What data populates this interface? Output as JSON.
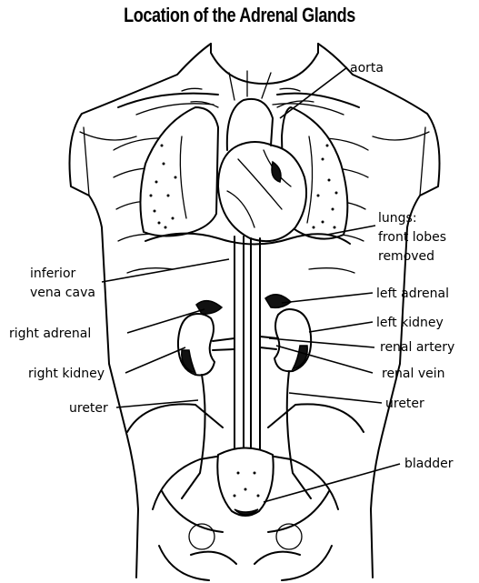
{
  "title": "Location of the Adrenal Glands",
  "labels": {
    "aorta": "aorta",
    "lungs_1": "lungs:",
    "lungs_2": "front lobes",
    "lungs_3": "removed",
    "ivc_1": "inferior",
    "ivc_2": "vena cava",
    "left_adrenal": "left adrenal",
    "right_adrenal": "right adrenal",
    "left_kidney": "left kidney",
    "renal_artery": "renal artery",
    "right_kidney": "right kidney",
    "renal_vein": "renal vein",
    "ureter_left": "ureter",
    "ureter_right": "ureter",
    "bladder": "bladder"
  }
}
